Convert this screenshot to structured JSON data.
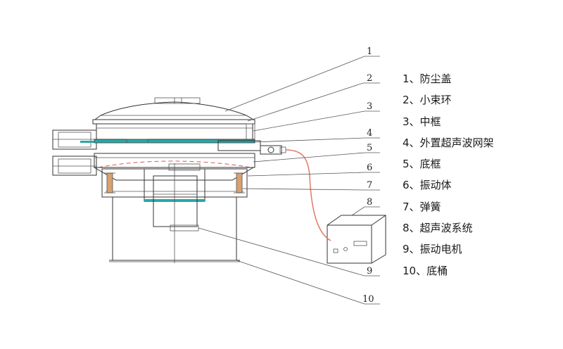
{
  "callouts": [
    "1",
    "2",
    "3",
    "4",
    "5",
    "6",
    "7",
    "8",
    "9",
    "10"
  ],
  "legend": [
    "1、防尘盖",
    "2、小束环",
    "3、中框",
    "4、外置超声波网架",
    "5、底框",
    "6、振动体",
    "7、弹簧",
    "8、超声波系统",
    "9、振动电机",
    "10、底桶"
  ],
  "colors": {
    "line": "#333333",
    "frame_accent": "#2aa7a7",
    "cable": "#e07a6a",
    "spring": "#d9a070",
    "dashed_mesh": "#d05a5a"
  }
}
